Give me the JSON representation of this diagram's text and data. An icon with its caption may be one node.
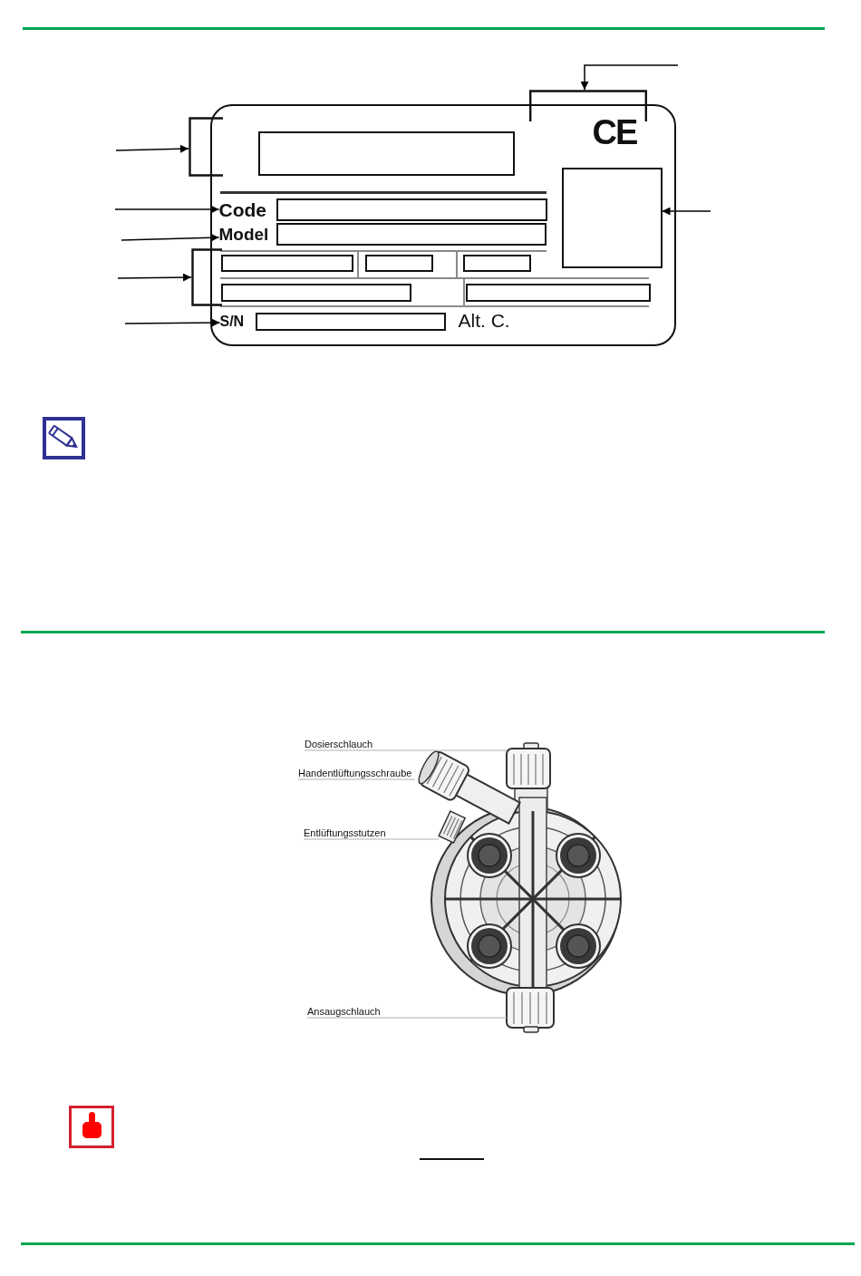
{
  "diagram": {
    "nodes": [
      {
        "text": [],
        "shape": "box"
      },
      {
        "text": [],
        "shape": "bracket"
      },
      {
        "text": [],
        "shape": "bracket"
      },
      {
        "text": [],
        "shape": "box",
        "in": 0
      },
      {
        "text": [
          "Code"
        ],
        "in": 0
      },
      {
        "text": [
          "Model"
        ],
        "in": 0
      },
      {
        "text": [],
        "shape": "bracket"
      },
      {
        "text": [
          "S/N"
        ],
        "in": 0
      },
      {
        "text": [
          "Dosierschlauch"
        ]
      },
      {
        "text": [],
        "shape": "picture"
      },
      {
        "text": [
          "Handentlüftungsschraube"
        ]
      },
      {
        "text": [],
        "shape": "picture"
      },
      {
        "text": [
          "Entlüftungsstutzen"
        ]
      },
      {
        "text": [],
        "shape": "picture"
      },
      {
        "text": [
          "Ansaugschlauch"
        ]
      },
      {
        "text": [],
        "shape": "picture"
      }
    ],
    "edges": [
      {
        "from": null,
        "to": 1,
        "arrow": "to"
      },
      {
        "from": null,
        "to": 2,
        "arrow": "to"
      },
      {
        "from": null,
        "to": 4,
        "arrow": "to"
      },
      {
        "from": null,
        "to": 5,
        "arrow": "to"
      },
      {
        "from": null,
        "to": 6,
        "arrow": "to"
      },
      {
        "from": null,
        "to": 7,
        "arrow": "to"
      },
      {
        "from": null,
        "to": 3,
        "arrow": "to"
      },
      {
        "from": 8,
        "to": 9,
        "arrow": "none",
        "color": "#b0b0b0"
      },
      {
        "from": 10,
        "to": 11,
        "arrow": "none",
        "color": "#b0b0b0"
      },
      {
        "from": 12,
        "to": 13,
        "arrow": "none",
        "color": "#b0b0b0"
      },
      {
        "from": 14,
        "to": 15,
        "arrow": "none",
        "color": "#b0b0b0"
      }
    ],
    "labels": [
      "CE",
      "Alt. C."
    ]
  }
}
